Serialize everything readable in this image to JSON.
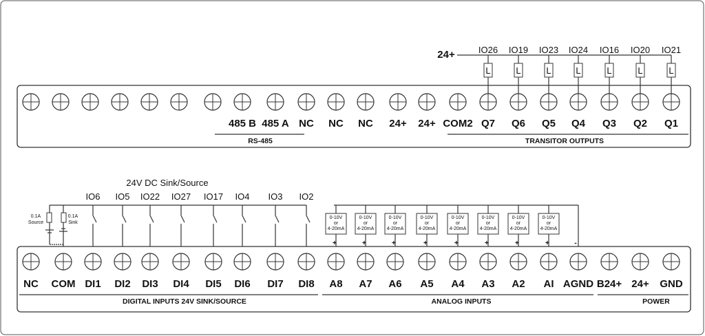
{
  "top": {
    "terminals": [
      "",
      "",
      "",
      "",
      "",
      "",
      "",
      "485 B",
      "485 A",
      "NC",
      "NC",
      "NC",
      "24+",
      "24+",
      "COM2",
      "Q7",
      "Q6",
      "Q5",
      "Q4",
      "Q3",
      "Q2",
      "Q1"
    ],
    "sections": {
      "rs485": "RS-485",
      "outputs": "TRANSITOR OUTPUTS"
    },
    "supply_label": "24+",
    "load_label": "L",
    "io_labels": [
      "IO26",
      "IO19",
      "IO23",
      "IO24",
      "IO16",
      "IO20",
      "IO21"
    ]
  },
  "bottom": {
    "terminals": [
      "NC",
      "COM",
      "DI1",
      "DI2",
      "DI3",
      "DI4",
      "DI5",
      "DI6",
      "DI7",
      "DI8",
      "A8",
      "A7",
      "A6",
      "A5",
      "A4",
      "A3",
      "A2",
      "AI",
      "AGND",
      "B24+",
      "24+",
      "GND"
    ],
    "sections": {
      "digital": "DIGITAL INPUTS 24V SINK/SOURCE",
      "analog": "ANALOG INPUTS",
      "power": "POWER"
    },
    "dc_title": "24V DC Sink/Source",
    "io_labels": [
      "IO6",
      "IO5",
      "IO22",
      "IO27",
      "IO17",
      "IO4",
      "IO3",
      "IO2"
    ],
    "fuse_source": [
      "0.1A",
      "Source"
    ],
    "fuse_sink": [
      "0.1A",
      "Sink"
    ],
    "sensor_text": [
      "0-10V",
      "or",
      "4-20mA"
    ],
    "plus": "+",
    "minus": "-"
  }
}
